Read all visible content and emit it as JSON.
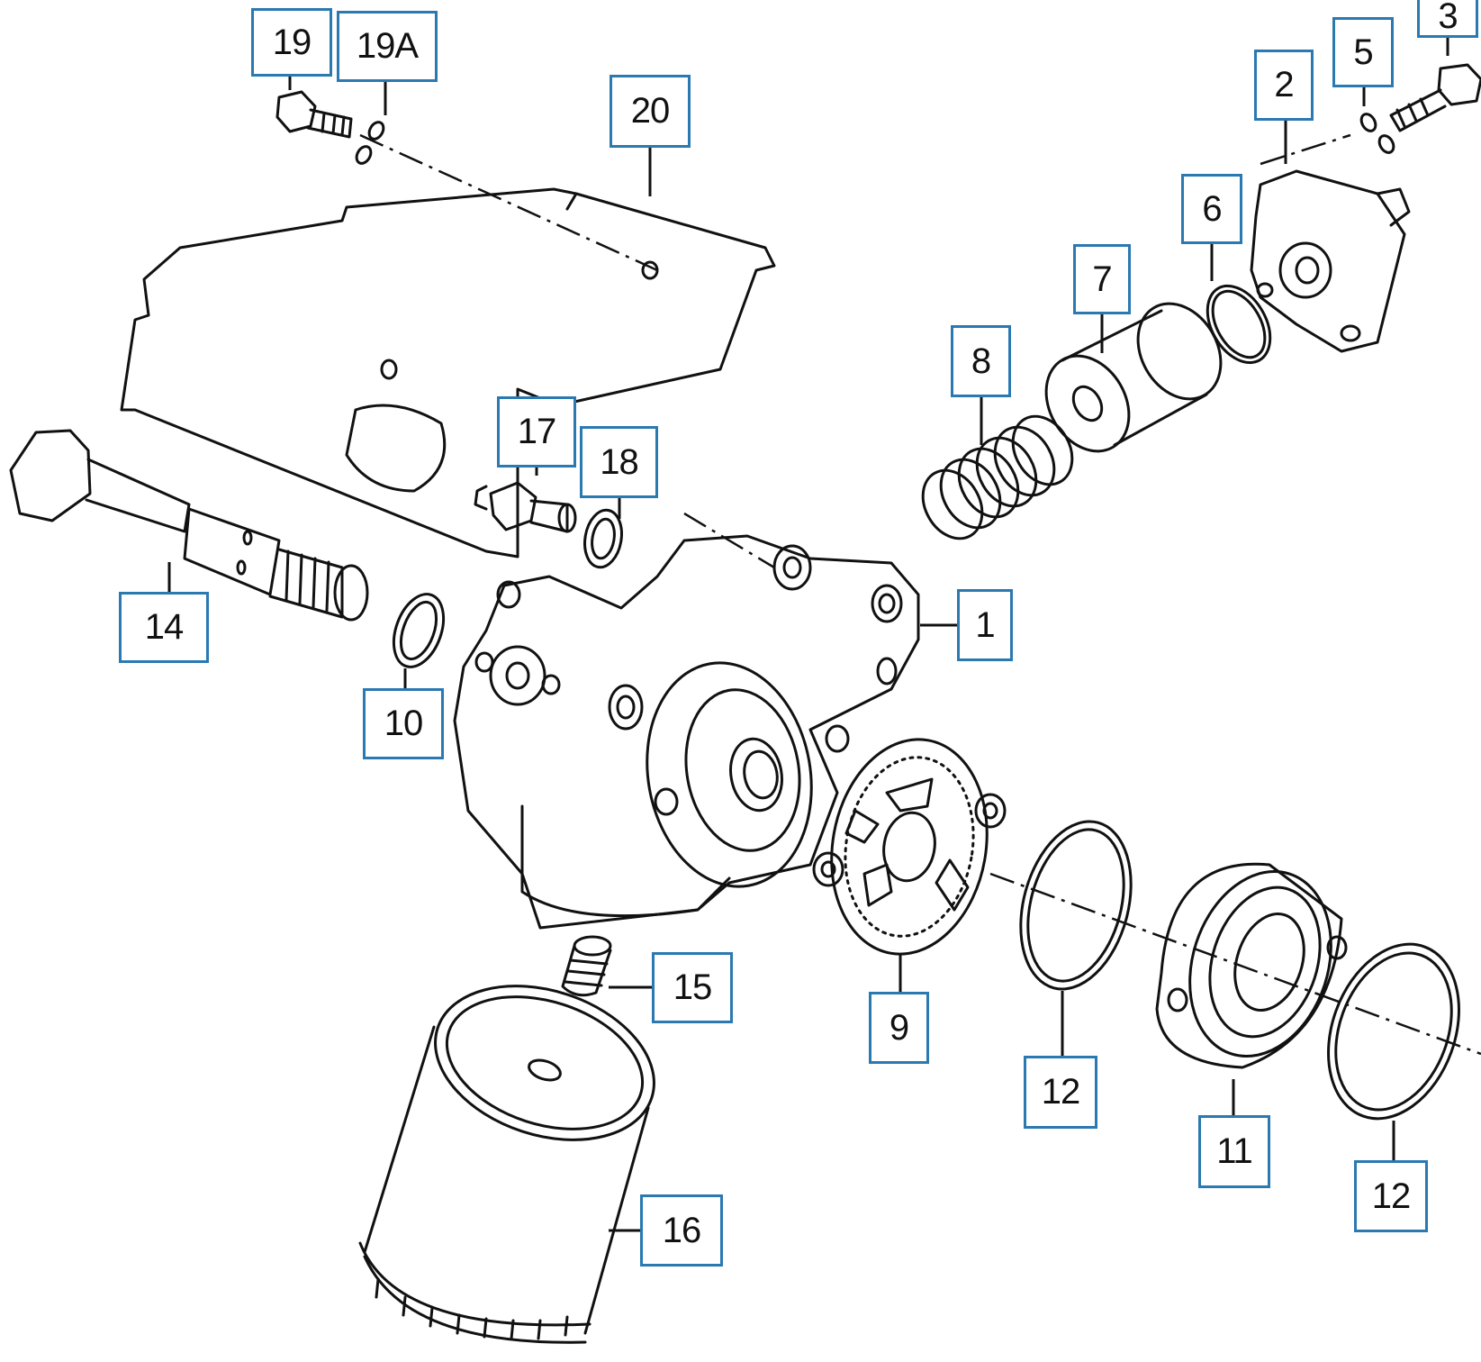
{
  "diagram": {
    "accent_color": "#2a79b1",
    "callouts": [
      {
        "id": "c19",
        "label": "19"
      },
      {
        "id": "c19a",
        "label": "19A"
      },
      {
        "id": "c20",
        "label": "20"
      },
      {
        "id": "c3",
        "label": "3"
      },
      {
        "id": "c2",
        "label": "2"
      },
      {
        "id": "c5",
        "label": "5"
      },
      {
        "id": "c6",
        "label": "6"
      },
      {
        "id": "c7",
        "label": "7"
      },
      {
        "id": "c8",
        "label": "8"
      },
      {
        "id": "c17",
        "label": "17"
      },
      {
        "id": "c18",
        "label": "18"
      },
      {
        "id": "c14",
        "label": "14"
      },
      {
        "id": "c1",
        "label": "1"
      },
      {
        "id": "c10",
        "label": "10"
      },
      {
        "id": "c15",
        "label": "15"
      },
      {
        "id": "c9",
        "label": "9"
      },
      {
        "id": "c12a",
        "label": "12"
      },
      {
        "id": "c11",
        "label": "11"
      },
      {
        "id": "c12b",
        "label": "12"
      },
      {
        "id": "c16",
        "label": "16"
      }
    ]
  }
}
